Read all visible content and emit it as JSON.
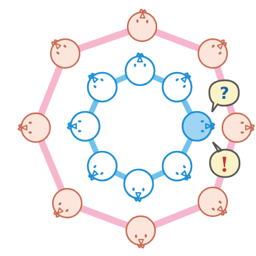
{
  "colors": {
    "background": "#ffffff",
    "outer_fill": "#fce6dc",
    "outer_stroke": "#c96b52",
    "outer_ring": "#f4a9c6",
    "inner_fill": "#ffffff",
    "inner_stroke": "#1d8fd6",
    "inner_ring": "#6fc3ea",
    "highlight_fill": "#9fd4f2",
    "bubble_fill": "#fbf3c8",
    "bubble_stroke": "#555555",
    "question_color": "#1c5fa8",
    "exclaim_color": "#c9302c"
  },
  "outer_circle": {
    "count": 8,
    "icon": "orange-bird-head-icon"
  },
  "inner_circle": {
    "count": 8,
    "icon": "blue-bird-head-icon",
    "highlighted_member": "right"
  },
  "speech_bubbles": {
    "question": {
      "icon": "question-mark-icon",
      "text": "?"
    },
    "exclaim": {
      "icon": "exclamation-mark-icon",
      "text": "!"
    }
  }
}
